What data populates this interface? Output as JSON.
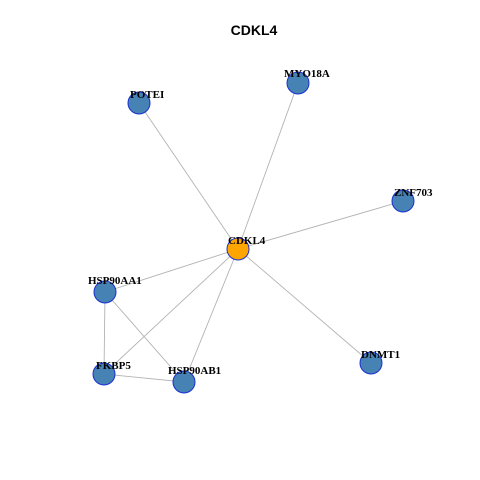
{
  "title": "CDKL4",
  "colors": {
    "center_node": "#ffa500",
    "other_node": "#4682b4",
    "node_border": "#1a2fd0",
    "edge": "#b3b3b3"
  },
  "nodes": [
    {
      "id": "CDKL4",
      "label": "CDKL4",
      "role": "center"
    },
    {
      "id": "MYO18A",
      "label": "MYO18A",
      "role": "neighbor"
    },
    {
      "id": "POTEI",
      "label": "POTEI",
      "role": "neighbor"
    },
    {
      "id": "ZNF703",
      "label": "ZNF703",
      "role": "neighbor"
    },
    {
      "id": "HSP90AA1",
      "label": "HSP90AA1",
      "role": "neighbor"
    },
    {
      "id": "FKBP5",
      "label": "FKBP5",
      "role": "neighbor"
    },
    {
      "id": "HSP90AB1",
      "label": "HSP90AB1",
      "role": "neighbor"
    },
    {
      "id": "DNMT1",
      "label": "DNMT1",
      "role": "neighbor"
    }
  ],
  "edges": [
    [
      "CDKL4",
      "MYO18A"
    ],
    [
      "CDKL4",
      "POTEI"
    ],
    [
      "CDKL4",
      "ZNF703"
    ],
    [
      "CDKL4",
      "HSP90AA1"
    ],
    [
      "CDKL4",
      "FKBP5"
    ],
    [
      "CDKL4",
      "HSP90AB1"
    ],
    [
      "CDKL4",
      "DNMT1"
    ],
    [
      "HSP90AA1",
      "FKBP5"
    ],
    [
      "HSP90AA1",
      "HSP90AB1"
    ],
    [
      "FKBP5",
      "HSP90AB1"
    ]
  ]
}
